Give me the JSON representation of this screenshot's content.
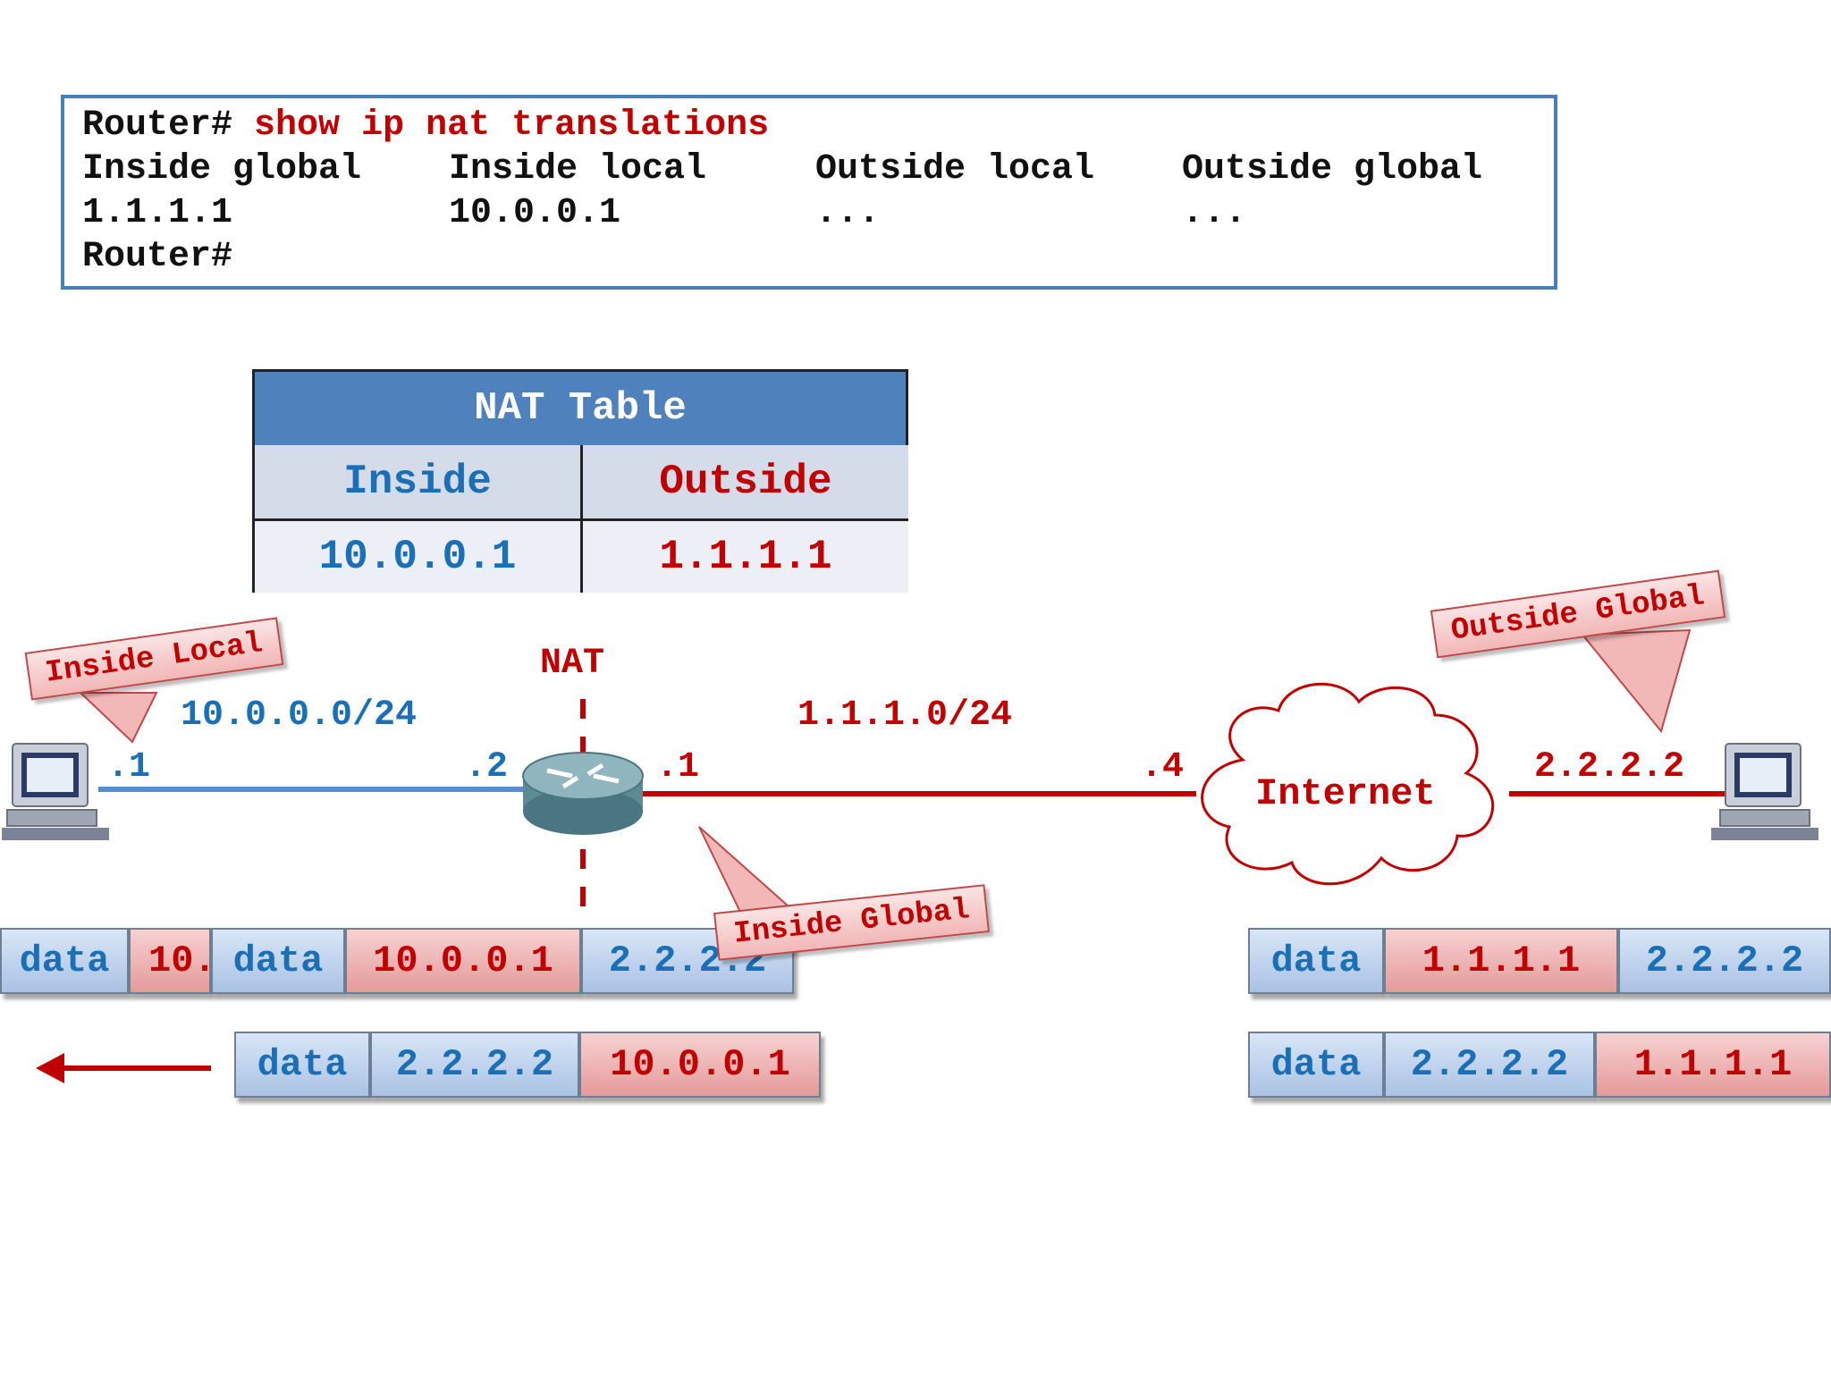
{
  "cli": {
    "prompt": "Router#",
    "command": "show ip nat translations",
    "headers": [
      "Inside global",
      "Inside local",
      "Outside local",
      "Outside global"
    ],
    "row": [
      "1.1.1.1",
      "10.0.0.1",
      "...",
      "..."
    ],
    "end_prompt": "Router#"
  },
  "nat_table": {
    "title": "NAT Table",
    "inside_header": "Inside",
    "outside_header": "Outside",
    "inside_value": "10.0.0.1",
    "outside_value": "1.1.1.1"
  },
  "diagram": {
    "nat_label": "NAT",
    "inside_subnet": "10.0.0.0/24",
    "outside_subnet": "1.1.1.0/24",
    "pc_left_suffix": ".1",
    "router_inside_suffix": ".2",
    "router_outside_suffix": ".1",
    "internet_suffix": ".4",
    "internet_label": "Internet",
    "pc_right_ip": "2.2.2.2"
  },
  "callouts": {
    "inside_local": "Inside Local",
    "inside_global": "Inside Global",
    "outside_global": "Outside Global"
  },
  "packets": {
    "left_top": [
      "data",
      "10.",
      "data",
      "10.0.0.1",
      "2.2.2.2"
    ],
    "left_bottom": [
      "data",
      "2.2.2.2",
      "10.0.0.1"
    ],
    "right_top": [
      "data",
      "1.1.1.1",
      "2.2.2.2"
    ],
    "right_bottom": [
      "data",
      "2.2.2.2",
      "1.1.1.1"
    ]
  },
  "colors": {
    "inside": "#1a6fb5",
    "outside": "#c00000",
    "border": "#4a7ebb",
    "table_header": "#4f81bd"
  }
}
